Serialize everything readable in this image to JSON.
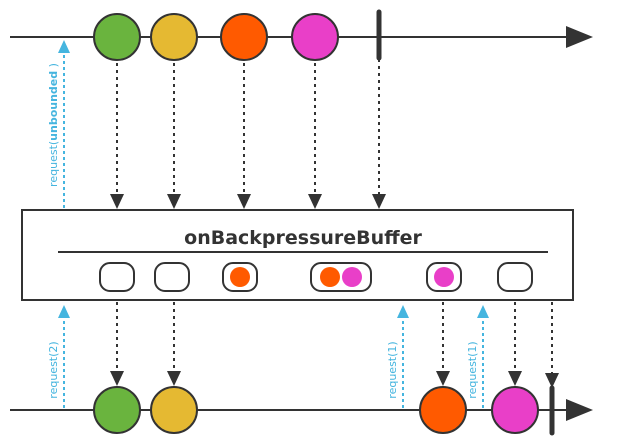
{
  "operator": {
    "title": "onBackpressureBuffer"
  },
  "colors": {
    "stroke": "#333333",
    "request": "#45b5df",
    "green": "#6ab43e",
    "yellow": "#e5b932",
    "orange": "#ff5a00",
    "magenta": "#e93fc8"
  },
  "upstream": {
    "items": [
      {
        "name": "green-item",
        "color": "green"
      },
      {
        "name": "yellow-item",
        "color": "yellow"
      },
      {
        "name": "orange-item",
        "color": "orange"
      },
      {
        "name": "magenta-item",
        "color": "magenta"
      }
    ],
    "completes": true
  },
  "buffer_states": [
    {
      "items": []
    },
    {
      "items": []
    },
    {
      "items": [
        "orange"
      ]
    },
    {
      "items": [
        "orange",
        "magenta"
      ]
    },
    {
      "items": [
        "magenta"
      ]
    },
    {
      "items": []
    }
  ],
  "downstream": {
    "items": [
      {
        "name": "green-item",
        "color": "green"
      },
      {
        "name": "yellow-item",
        "color": "yellow"
      },
      {
        "name": "orange-item",
        "color": "orange"
      },
      {
        "name": "magenta-item",
        "color": "magenta"
      }
    ],
    "completes": true
  },
  "requests": [
    {
      "prefix": "request(",
      "arg": "unbounded",
      "suffix": " )",
      "arg_bold": true,
      "stream": "upstream"
    },
    {
      "prefix": "request(",
      "arg": "2",
      "suffix": ")",
      "arg_bold": false,
      "stream": "downstream"
    },
    {
      "prefix": "request(",
      "arg": "1",
      "suffix": ")",
      "arg_bold": false,
      "stream": "downstream"
    },
    {
      "prefix": "request(",
      "arg": "1",
      "suffix": ")",
      "arg_bold": false,
      "stream": "downstream"
    }
  ]
}
